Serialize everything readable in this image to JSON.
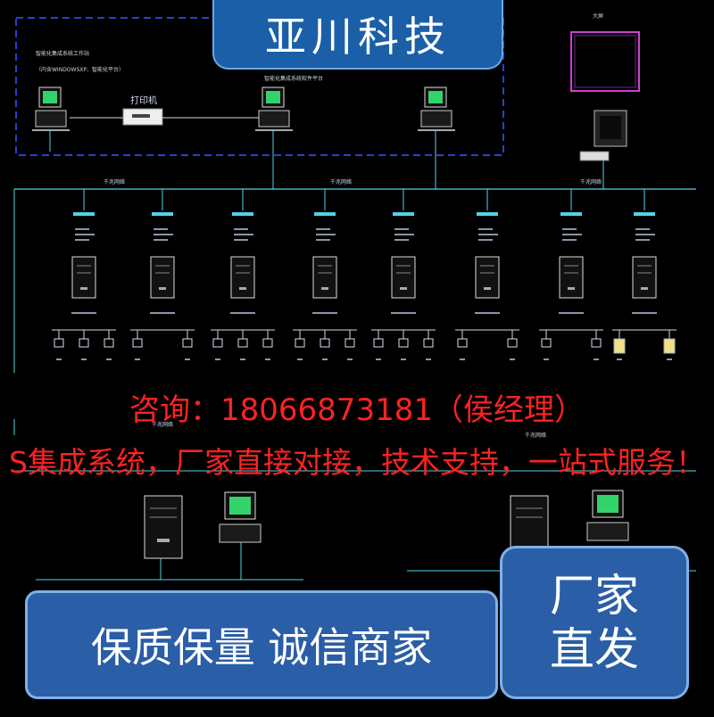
{
  "brand": {
    "title": "亚川科技"
  },
  "diagram": {
    "workstation_group": {
      "label_line1": "智能化集成系统工作站",
      "label_line2": "（内含WINDOWSXP、智能化平台）",
      "printer_label": "打印机",
      "platform_label": "智能化集成系统软件平台"
    },
    "monitor_label": "大屏",
    "bus_labels": [
      "千兆网络",
      "千兆网络",
      "千兆网络",
      "千兆网络",
      "千兆网络"
    ]
  },
  "contact_text": "咨询：18066873181（侯经理）",
  "slogan_text": "S集成系统，厂家直接对接，技术支持，一站式服务！",
  "banners": {
    "quality": "保质保量  诚信商家",
    "factory_line1": "厂家",
    "factory_line2": "直发"
  },
  "colors": {
    "background": "#000000",
    "line": "#4fd3e8",
    "red_text": "#ff2222",
    "banner_blue": "#2a5ea6"
  }
}
